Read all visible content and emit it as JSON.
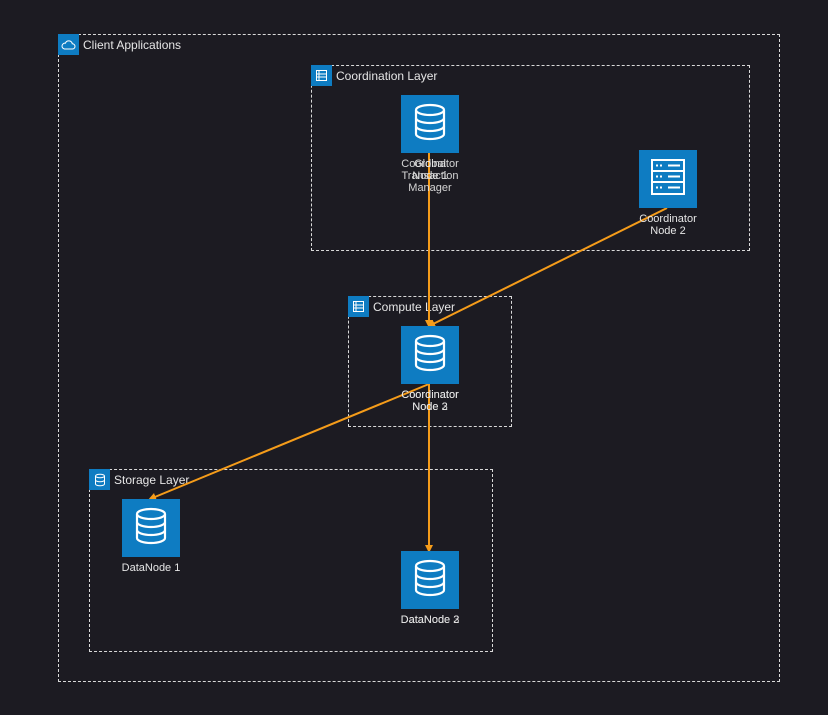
{
  "colors": {
    "background": "#1c1b22",
    "icon_fill": "#0e7cc2",
    "edge": "#f59c1a",
    "border": "#d9d9d9"
  },
  "groups": {
    "client": {
      "label": "Client Applications",
      "icon": "cloud-icon"
    },
    "coordination": {
      "label": "Coordination Layer",
      "icon": "server-rack-icon"
    },
    "compute": {
      "label": "Compute Layer",
      "icon": "server-rack-icon"
    },
    "storage": {
      "label": "Storage Layer",
      "icon": "database-icon"
    }
  },
  "nodes": {
    "gtm": {
      "label": "Global\nTransaction\nManager",
      "icon": "database-icon"
    },
    "coordinator_top_a": {
      "label": "Coordinator\nNode 1",
      "icon": "database-icon"
    },
    "coordinator_node2": {
      "label": "Coordinator\nNode 2",
      "icon": "server-icon"
    },
    "coordinator_mid_a": {
      "label": "Coordinator\nNode 2",
      "icon": "database-icon"
    },
    "coordinator_mid_b": {
      "label": "Coordinator\nNode 3",
      "icon": "database-icon"
    },
    "datanode1": {
      "label": "DataNode 1",
      "icon": "database-icon"
    },
    "datanode_b1": {
      "label": "DataNode 2",
      "icon": "database-icon"
    },
    "datanode_b2": {
      "label": "DataNode 3",
      "icon": "database-icon"
    }
  }
}
